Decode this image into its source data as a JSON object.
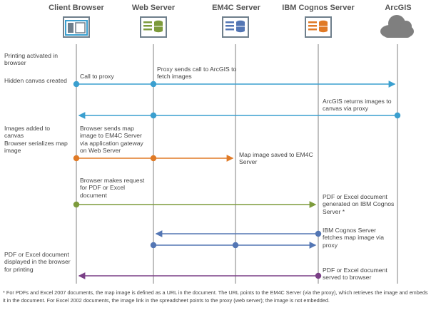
{
  "colors": {
    "teal": "#3a9fcf",
    "orange": "#e07a26",
    "green": "#7d9b3c",
    "blue": "#5376b4",
    "purple": "#7a3f86",
    "lifeline": "#a6a6a6",
    "icon_border": "#6f7f8c",
    "cloud": "#7f7f7f"
  },
  "columns": [
    {
      "name": "Client Browser",
      "icon": "browser-window-icon"
    },
    {
      "name": "Web Server",
      "icon": "green-server-icon"
    },
    {
      "name": "EM4C Server",
      "icon": "blue-server-icon"
    },
    {
      "name": "IBM Cognos Server",
      "icon": "orange-server-icon"
    },
    {
      "name": "ArcGIS",
      "icon": "cloud-icon"
    }
  ],
  "labels": {
    "printing_activated": "Printing activated in browser",
    "hidden_canvas": "Hidden canvas created",
    "call_to_proxy": "Call to proxy",
    "proxy_sends": "Proxy sends call to ArcGIS to fetch images",
    "arcgis_returns": "ArcGIS returns images to canvas via proxy",
    "images_added": "Images added to canvas",
    "browser_serializes": "Browser serializes map image",
    "browser_sends_map": "Browser sends map image to EM4C Server via application gateway on Web Server",
    "map_saved": "Map image saved to EM4C Server",
    "browser_request": "Browser makes request for PDF or Excel document",
    "doc_generated": "PDF or Excel document generated on IBM Cognos Server *",
    "cognos_fetches": "IBM Cognos Server fetches map image via proxy",
    "doc_displayed": "PDF or Excel document displayed in the browser for printing",
    "doc_served": "PDF or Excel document served to browser"
  },
  "footnote": "* For PDFs and Excel 2007 documents, the map image is defined as a URL in the document. The URL points to the EM4C Server (via the proxy), which retrieves the image and embeds it in the document. For Excel 2002 documents, the image link in the spreadsheet points to the proxy (web server); the image is not embedded."
}
